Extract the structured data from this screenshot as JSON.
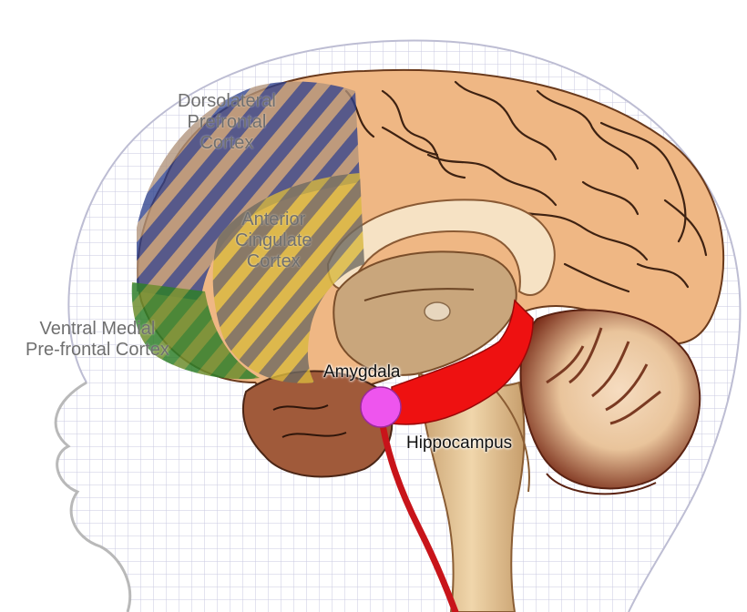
{
  "labels": {
    "dlpfc": [
      "Dorsolateral",
      "Prefrontal",
      "Cortex"
    ],
    "acc": [
      "Anterior",
      "Cingulate",
      "Cortex"
    ],
    "vmpfc": [
      "Ventral Medial",
      "Pre-frontal Cortex"
    ],
    "amygdala": "Amygdala",
    "hippocampus": "Hippocampus"
  },
  "colors": {
    "brain_tissue": "#f0b988",
    "gyri_lines": "#4a2a18",
    "head_mesh": "#cfcfe6",
    "dlpfc_region": "#2a3f8f",
    "acc_region": "#d7b640",
    "vmpfc_region": "#3f8a2c",
    "amygdala": "#ee55ee",
    "hippocampus": "#ee1111",
    "cerebellum": "#8b3a22",
    "brainstem": "#e8c99a"
  }
}
